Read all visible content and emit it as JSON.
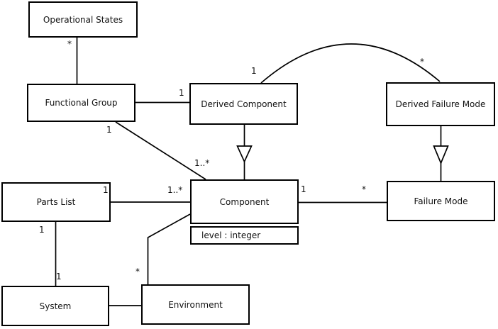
{
  "diagram": {
    "kind": "uml-class-diagram",
    "background_color": "#ffffff",
    "line_color": "#000000",
    "box_fill_color": "#ffffff",
    "text_color": "#111111",
    "classes": [
      {
        "id": "operational-states",
        "name": "Operational States"
      },
      {
        "id": "functional-group",
        "name": "Functional Group"
      },
      {
        "id": "derived-component",
        "name": "Derived Component"
      },
      {
        "id": "derived-failure-mode",
        "name": "Derived Failure Mode"
      },
      {
        "id": "parts-list",
        "name": "Parts List"
      },
      {
        "id": "component",
        "name": "Component",
        "attributes": [
          "level : integer"
        ]
      },
      {
        "id": "failure-mode",
        "name": "Failure Mode"
      },
      {
        "id": "system",
        "name": "System"
      },
      {
        "id": "environment",
        "name": "Environment"
      }
    ],
    "relationships": [
      {
        "from": "Operational States",
        "to": "Functional Group",
        "type": "association",
        "from_multiplicity": "*"
      },
      {
        "from": "Functional Group",
        "to": "Derived Component",
        "type": "association",
        "to_multiplicity": "1"
      },
      {
        "from": "Functional Group",
        "to": "Component",
        "type": "association",
        "from_multiplicity": "1",
        "to_multiplicity": "1..*"
      },
      {
        "from": "Derived Component",
        "to": "Component",
        "type": "generalization"
      },
      {
        "from": "Derived Component",
        "to": "Derived Failure Mode",
        "type": "association",
        "from_multiplicity": "1",
        "to_multiplicity": "*",
        "shape": "arc"
      },
      {
        "from": "Derived Failure Mode",
        "to": "Failure Mode",
        "type": "generalization"
      },
      {
        "from": "Component",
        "to": "Failure Mode",
        "type": "association",
        "from_multiplicity": "1",
        "to_multiplicity": "*"
      },
      {
        "from": "Parts List",
        "to": "Component",
        "type": "association",
        "from_multiplicity": "1",
        "to_multiplicity": "1..*"
      },
      {
        "from": "Parts List",
        "to": "System",
        "type": "association",
        "from_multiplicity": "1",
        "to_multiplicity": "1"
      },
      {
        "from": "Component",
        "to": "Environment",
        "type": "association",
        "to_multiplicity": "*"
      },
      {
        "from": "System",
        "to": "Environment",
        "type": "association"
      }
    ],
    "multiplicities": [
      {
        "text": "*"
      },
      {
        "text": "1"
      },
      {
        "text": "1"
      },
      {
        "text": "1..*"
      },
      {
        "text": "1"
      },
      {
        "text": "*"
      },
      {
        "text": "1"
      },
      {
        "text": "1..*"
      },
      {
        "text": "1"
      },
      {
        "text": "*"
      },
      {
        "text": "1"
      },
      {
        "text": "1"
      },
      {
        "text": "*"
      }
    ]
  }
}
